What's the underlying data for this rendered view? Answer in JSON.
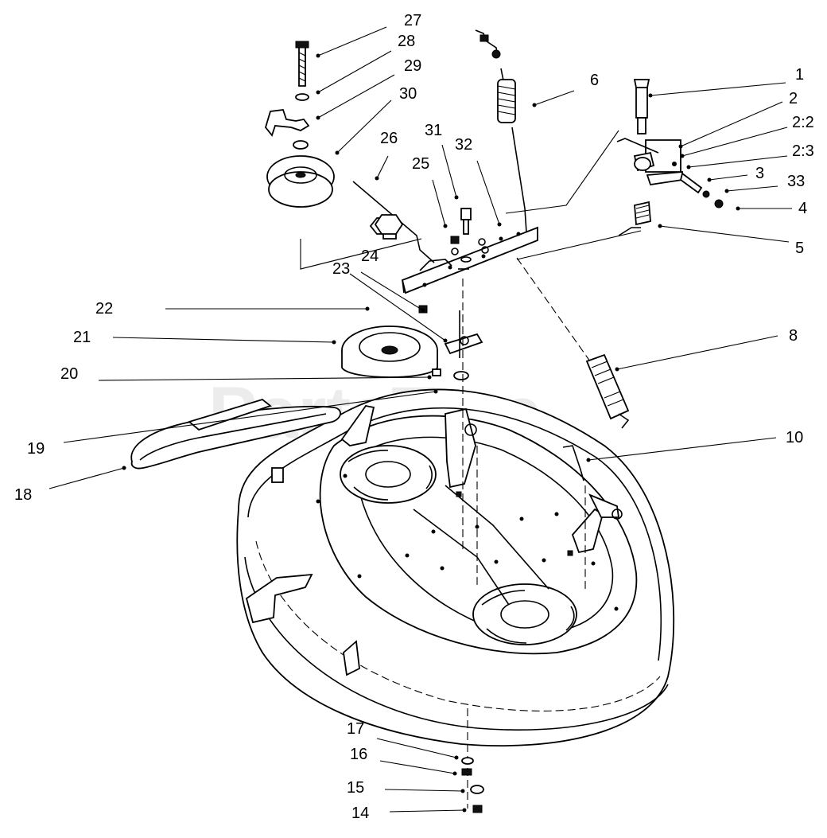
{
  "watermark": "PartsTree",
  "callouts": {
    "c1": "1",
    "c2": "2",
    "c2_2": "2:2",
    "c2_3": "2:3",
    "c3": "3",
    "c33": "33",
    "c4": "4",
    "c5": "5",
    "c6": "6",
    "c8": "8",
    "c10": "10",
    "c14": "14",
    "c15": "15",
    "c16": "16",
    "c17": "17",
    "c18": "18",
    "c19": "19",
    "c20": "20",
    "c21": "21",
    "c22": "22",
    "c23": "23",
    "c24": "24",
    "c25": "25",
    "c26": "26",
    "c27": "27",
    "c28": "28",
    "c29": "29",
    "c30": "30",
    "c31": "31",
    "c32": "32"
  }
}
